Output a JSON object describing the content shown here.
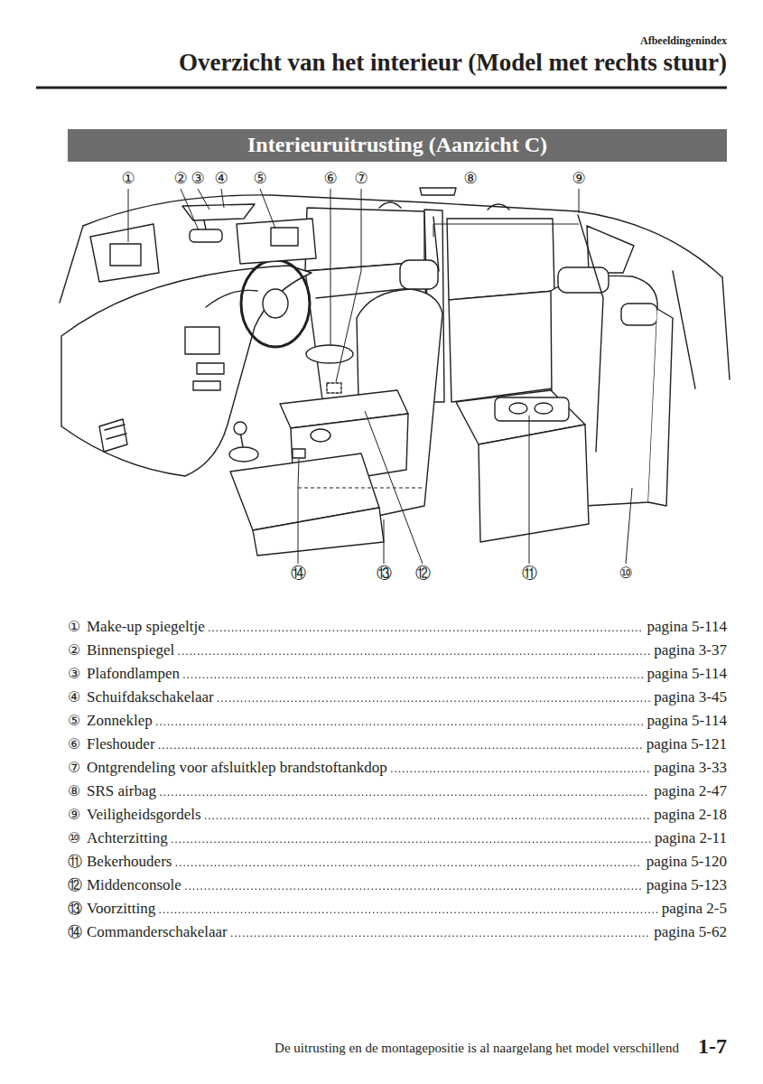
{
  "diagram": {
    "title": "Overzicht van het interieur (Model met rechts stuur)",
    "nodes": [
      {
        "text": [
          "Interieuruitrusting (Aanzicht C)"
        ]
      }
    ],
    "labels": [
      "Afbeeldingenindex",
      "①",
      "②",
      "③",
      "④",
      "⑤",
      "⑥",
      "⑦",
      "⑧",
      "⑨",
      "⑭",
      "⑬",
      "⑫",
      "⑪",
      "⑩",
      "①",
      "Make-up spiegeltje",
      "pagina 5-114",
      "②",
      "Binnenspiegel",
      "pagina 3-37",
      "③",
      "Plafondlampen",
      "pagina 5-114",
      "④",
      "Schuifdakschakelaar",
      "pagina 3-45",
      "⑤",
      "Zonneklep",
      "pagina 5-114",
      "⑥",
      "Fleshouder",
      "pagina 5-121",
      "⑦",
      "Ontgrendeling voor afsluitklep brandstoftankdop",
      "pagina 3-33",
      "⑧",
      "SRS airbag",
      "pagina 2-47",
      "⑨",
      "Veiligheidsgordels",
      "pagina 2-18",
      "⑩",
      "Achterzitting",
      "pagina 2-11",
      "⑪",
      "Bekerhouders",
      "pagina 5-120",
      "⑫",
      "Middenconsole",
      "pagina 5-123",
      "⑬",
      "Voorzitting",
      "pagina 2-5",
      "⑭",
      "Commanderschakelaar",
      "pagina 5-62",
      "De uitrusting en de montagepositie is al naargelang het model verschillend",
      "1-7"
    ]
  }
}
